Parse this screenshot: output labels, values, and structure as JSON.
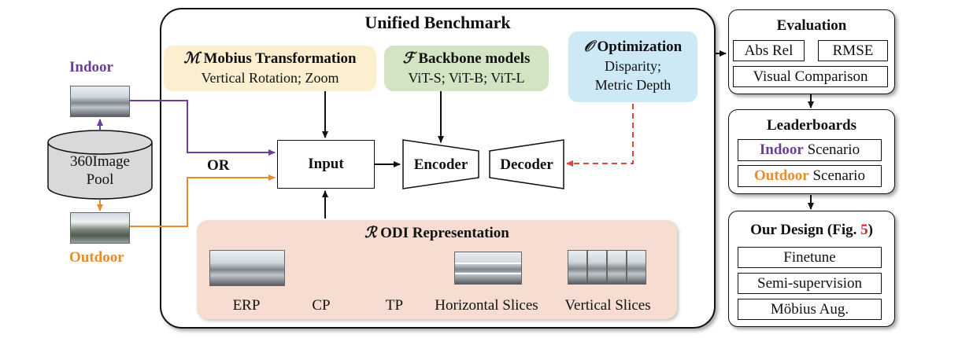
{
  "left": {
    "indoor_label": "Indoor",
    "outdoor_label": "Outdoor",
    "pool_line1": "360Image",
    "pool_line2": "Pool",
    "or_label": "OR"
  },
  "benchmark": {
    "title": "Unified Benchmark",
    "mobius": {
      "symbol": "ℳ",
      "title": "Mobius Transformation",
      "subtitle": "Vertical Rotation; Zoom"
    },
    "backbone": {
      "symbol": "ℱ",
      "title": "Backbone models",
      "subtitle": "ViT-S; ViT-B; ViT-L"
    },
    "optimization": {
      "symbol": "𝒪",
      "title": "Optimization",
      "line1": "Disparity;",
      "line2": "Metric Depth"
    },
    "input_label": "Input",
    "encoder_label": "Encoder",
    "decoder_label": "Decoder",
    "odi": {
      "symbol": "ℛ",
      "title": "ODI Representation",
      "items": [
        "ERP",
        "CP",
        "TP",
        "Horizontal Slices",
        "Vertical Slices"
      ]
    }
  },
  "evaluation": {
    "title": "Evaluation",
    "metrics": [
      "Abs Rel",
      "RMSE",
      "Visual Comparison"
    ]
  },
  "leaderboards": {
    "title": "Leaderboards",
    "indoor_word": "Indoor",
    "outdoor_word": "Outdoor",
    "scenario_word": " Scenario"
  },
  "design": {
    "title_prefix": "Our Design (Fig. ",
    "fig_number": "5",
    "title_suffix": ")",
    "items": [
      "Finetune",
      "Semi-supervision",
      "Möbius Aug."
    ]
  },
  "colors": {
    "indoor": "#6b3f98",
    "outdoor": "#e98c2e",
    "optim_arrow": "#d9473a",
    "mobius_bg": "#fbefcf",
    "backbone_bg": "#d3e4c4",
    "optim_bg": "#cde9f6",
    "odi_bg": "#f7ddd1",
    "fig_ref": "#d1232a"
  }
}
